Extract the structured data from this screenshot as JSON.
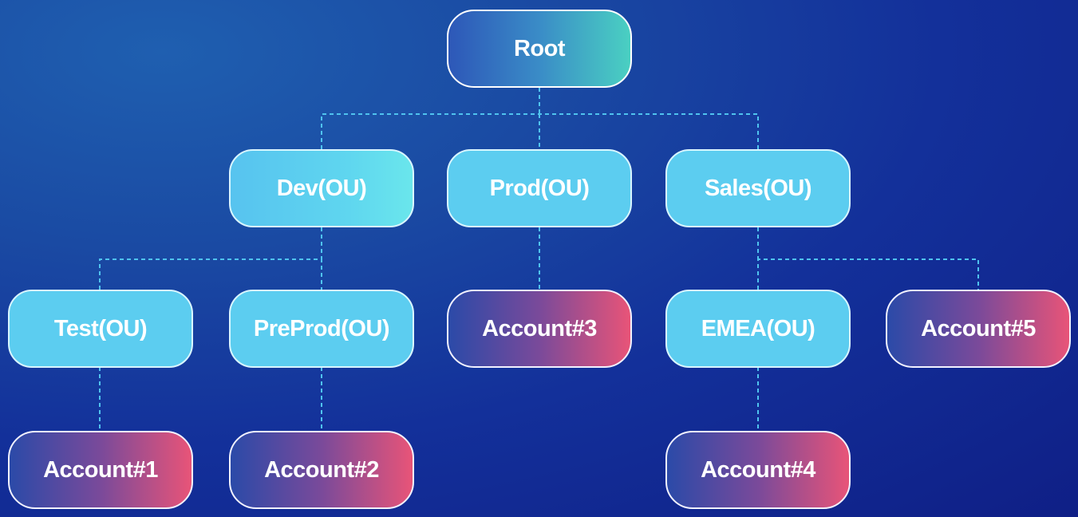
{
  "diagram": {
    "root": {
      "label": "Root"
    },
    "ous": {
      "dev": "Dev(OU)",
      "prod": "Prod(OU)",
      "sales": "Sales(OU)",
      "test": "Test(OU)",
      "preprod": "PreProd(OU)",
      "emea": "EMEA(OU)"
    },
    "accounts": {
      "a1": "Account#1",
      "a2": "Account#2",
      "a3": "Account#3",
      "a4": "Account#4",
      "a5": "Account#5"
    },
    "edges": [
      [
        "Root",
        "Dev(OU)"
      ],
      [
        "Root",
        "Prod(OU)"
      ],
      [
        "Root",
        "Sales(OU)"
      ],
      [
        "Dev(OU)",
        "Test(OU)"
      ],
      [
        "Dev(OU)",
        "PreProd(OU)"
      ],
      [
        "Prod(OU)",
        "Account#3"
      ],
      [
        "Sales(OU)",
        "EMEA(OU)"
      ],
      [
        "Sales(OU)",
        "Account#5"
      ],
      [
        "Test(OU)",
        "Account#1"
      ],
      [
        "PreProd(OU)",
        "Account#2"
      ],
      [
        "EMEA(OU)",
        "Account#4"
      ]
    ],
    "colors": {
      "connector": "#4fc3ee",
      "ou_fill": "#5ccdf0",
      "account_gradient_start": "#2b4aa8",
      "account_gradient_end": "#e85478",
      "root_gradient_start": "#2d57b8",
      "root_gradient_end": "#4ad0c2"
    }
  }
}
